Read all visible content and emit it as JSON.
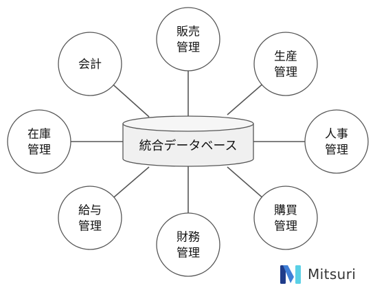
{
  "center": {
    "label": "統合データベース"
  },
  "nodes": [
    {
      "id": "sales",
      "lines": [
        "販売",
        "管理"
      ]
    },
    {
      "id": "production",
      "lines": [
        "生産",
        "管理"
      ]
    },
    {
      "id": "hr",
      "lines": [
        "人事",
        "管理"
      ]
    },
    {
      "id": "purchasing",
      "lines": [
        "購買",
        "管理"
      ]
    },
    {
      "id": "finance",
      "lines": [
        "財務",
        "管理"
      ]
    },
    {
      "id": "payroll",
      "lines": [
        "給与",
        "管理"
      ]
    },
    {
      "id": "inventory",
      "lines": [
        "在庫",
        "管理"
      ]
    },
    {
      "id": "accounting",
      "lines": [
        "会計"
      ]
    }
  ],
  "brand": {
    "name": "Mitsuri",
    "logo_icon": "m-logo-icon",
    "colors": {
      "left": "#1f3c8a",
      "middle": "#3f7fd6",
      "right": "#5ad0e6"
    }
  }
}
